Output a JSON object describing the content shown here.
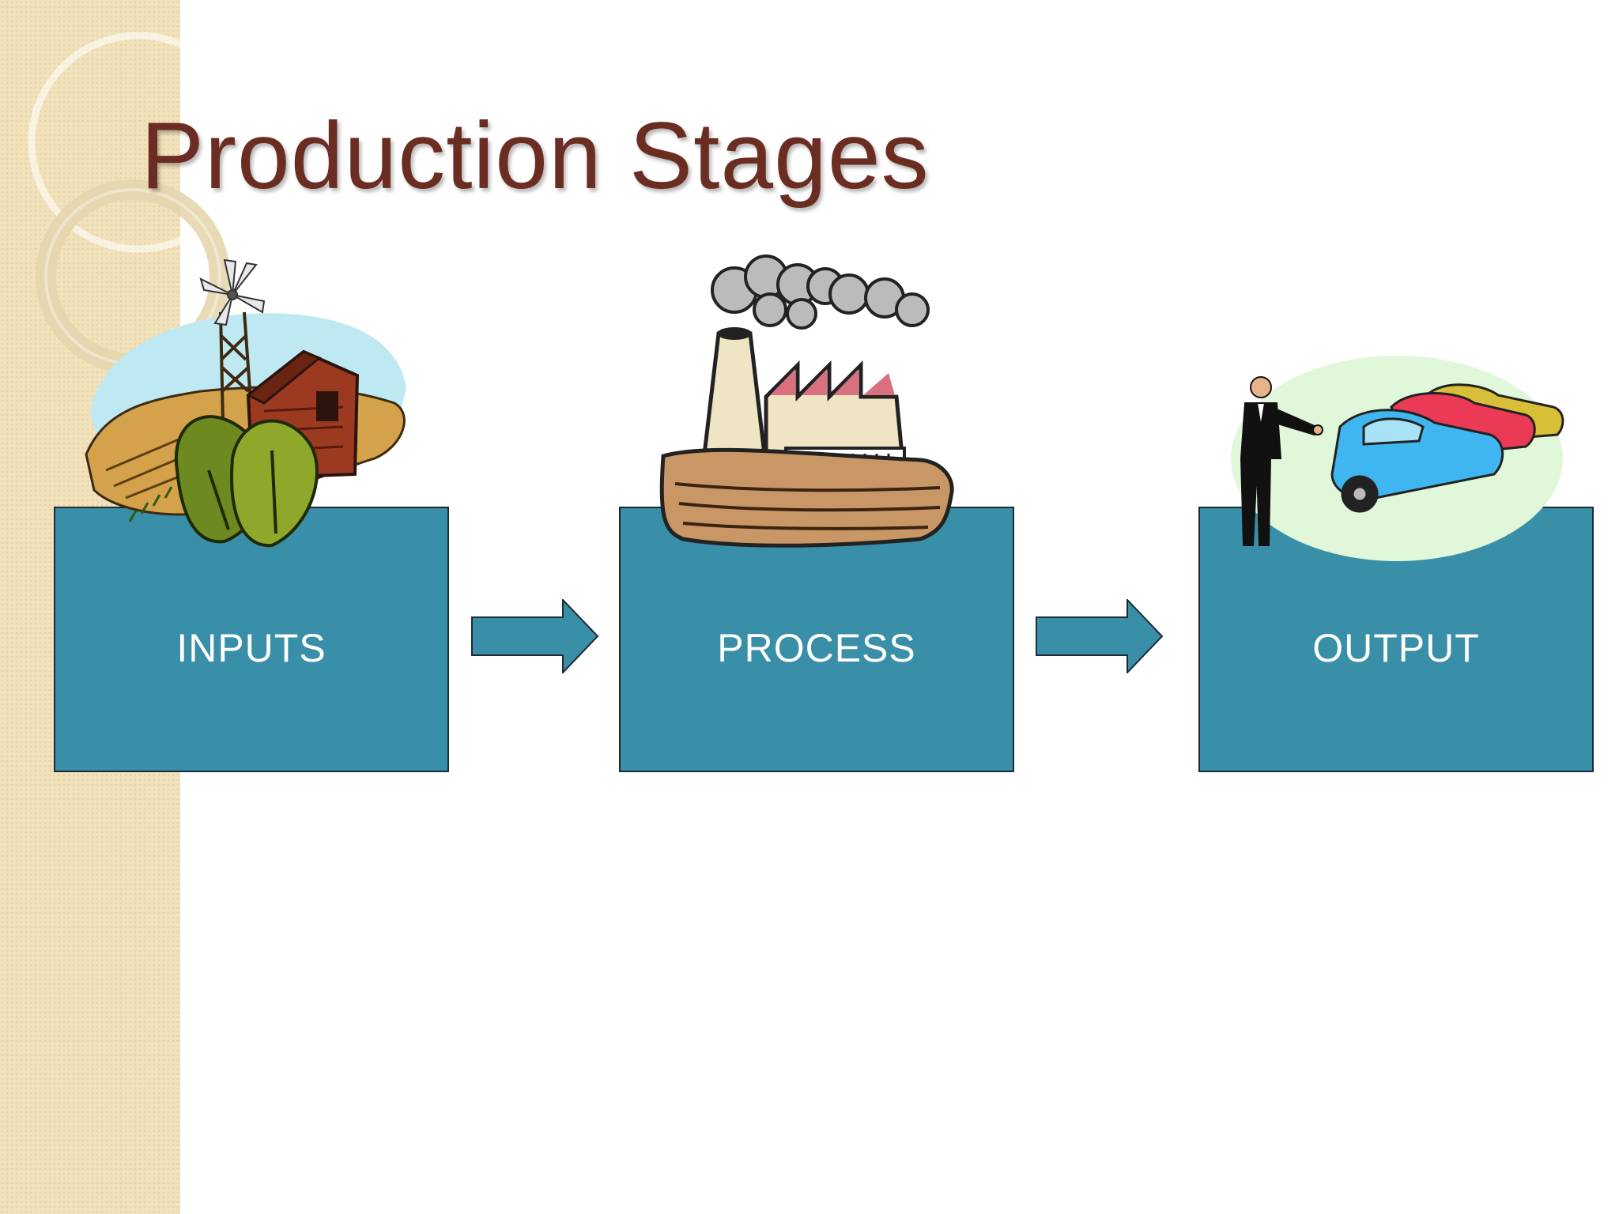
{
  "slide": {
    "title": "Production Stages"
  },
  "stages": [
    {
      "label": "INPUTS",
      "illustration": "farm-clipart"
    },
    {
      "label": "PROCESS",
      "illustration": "factory-clipart"
    },
    {
      "label": "OUTPUT",
      "illustration": "car-dealer-clipart"
    }
  ],
  "colors": {
    "title": "#6b2d22",
    "box_fill": "#3a8fa8",
    "box_border": "#1d2b33",
    "arrow_fill": "#3a8fa8",
    "band": "#f1e2bc"
  }
}
